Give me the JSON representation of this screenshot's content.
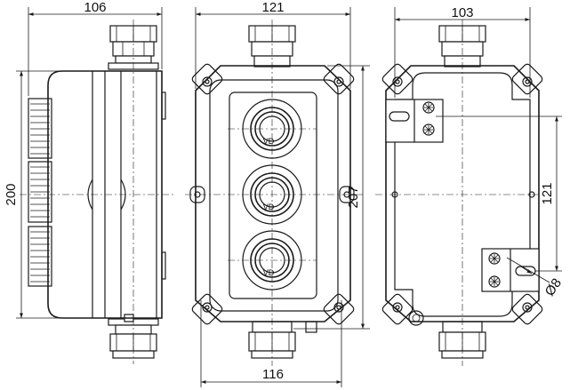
{
  "dimensions": {
    "side_width": "106",
    "side_height": "200",
    "front_width_top": "121",
    "front_width_bottom": "116",
    "front_height": "207",
    "back_width": "103",
    "mount_spacing": "121",
    "hole_diameter": "Ø8"
  },
  "buttons": [
    {
      "label": "VD"
    },
    {
      "label": "VD"
    },
    {
      "label": "VD"
    }
  ]
}
